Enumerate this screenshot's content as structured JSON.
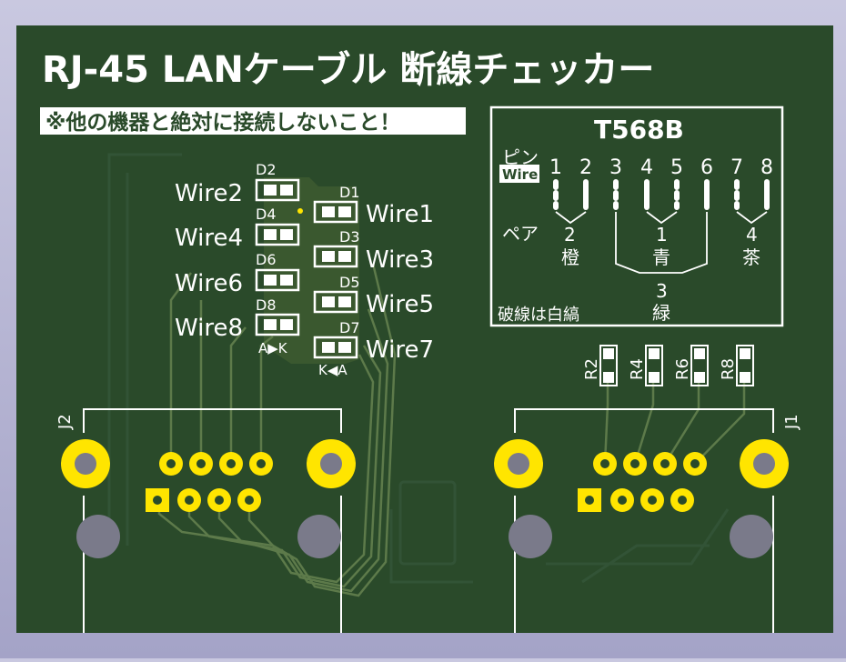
{
  "board": {
    "title": "RJ-45 LANケーブル 断線チェッカー",
    "warning": "※他の機器と絶対に接続しないこと！",
    "colors": {
      "board": "#2a4a2a",
      "silk": "#ffffff",
      "pad": "#ffe500",
      "hole": "#7a7a8a",
      "trace": "#5d7a4a"
    }
  },
  "leds": [
    {
      "ref": "D2",
      "label": "Wire2"
    },
    {
      "ref": "D4",
      "label": "Wire4"
    },
    {
      "ref": "D6",
      "label": "Wire6"
    },
    {
      "ref": "D8",
      "label": "Wire8"
    },
    {
      "ref": "D1",
      "label": "Wire1"
    },
    {
      "ref": "D3",
      "label": "Wire3"
    },
    {
      "ref": "D5",
      "label": "Wire5"
    },
    {
      "ref": "D7",
      "label": "Wire7"
    }
  ],
  "polarity": {
    "left": "A▶K",
    "right": "K◀A"
  },
  "legend": {
    "standard": "T568B",
    "pin_label": "ピン",
    "wire_label": "Wire",
    "pin_numbers": [
      "1",
      "2",
      "3",
      "4",
      "5",
      "6",
      "7",
      "8"
    ],
    "pair_label": "ペア",
    "pairs": [
      {
        "num": "2",
        "color": "橙"
      },
      {
        "num": "1",
        "color": "青"
      },
      {
        "num": "4",
        "color": "茶"
      },
      {
        "num": "3",
        "color": "緑"
      }
    ],
    "note": "破線は白縞"
  },
  "resistors": [
    "R2",
    "R4",
    "R6",
    "R8"
  ],
  "connectors": {
    "left": "J2",
    "right": "J1"
  }
}
